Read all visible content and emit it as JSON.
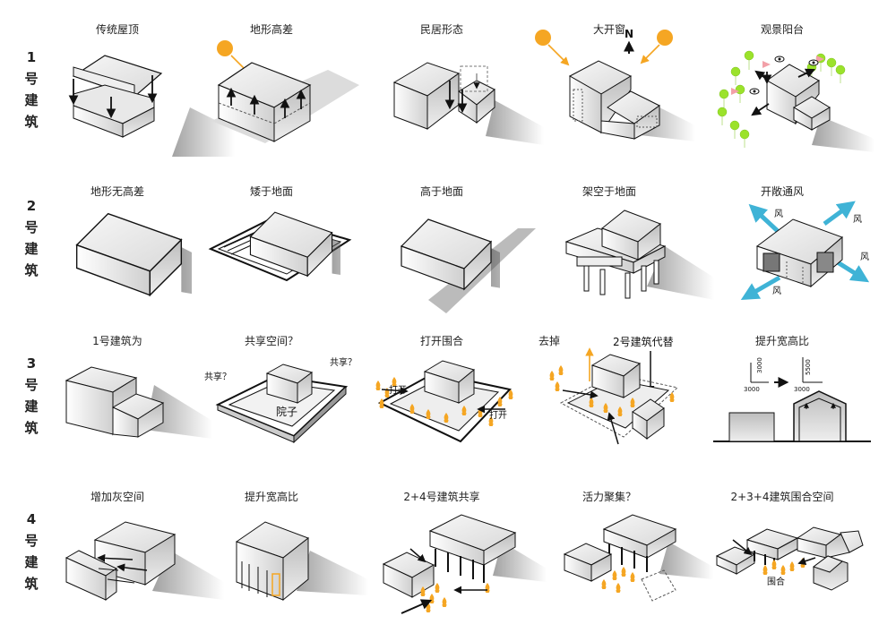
{
  "rows": [
    {
      "label_chars": [
        "1",
        "号",
        "建",
        "筑"
      ],
      "captions": [
        "传统屋顶",
        "地形高差",
        "民居形态",
        "大开窗",
        "观景阳台"
      ]
    },
    {
      "label_chars": [
        "2",
        "号",
        "建",
        "筑"
      ],
      "captions": [
        "地形无高差",
        "矮于地面",
        "高于地面",
        "架空于地面",
        "开敞通风"
      ]
    },
    {
      "label_chars": [
        "3",
        "号",
        "建",
        "筑"
      ],
      "captions": [
        "1号建筑为",
        "共享空间？",
        "打开围合",
        "去掉",
        "提升宽高比"
      ]
    },
    {
      "label_chars": [
        "4",
        "号",
        "建",
        "筑"
      ],
      "captions": [
        "增加灰空间",
        "提升宽高比",
        "2+4号建筑共享",
        "活力聚集？",
        "2+3+4建筑围合空间"
      ]
    }
  ],
  "row1": {
    "north": "N"
  },
  "row2": {
    "wind": "风"
  },
  "row3": {
    "share_left": "共享？",
    "share_right": "共享？",
    "courtyard": "院子",
    "open_left": "打开",
    "open_right": "打开",
    "replace": "2号建筑代替",
    "dim_w1": "3000",
    "dim_h1": "3000",
    "dim_w2": "3000",
    "dim_h2": "5500"
  },
  "row4": {
    "enclose": "围合"
  },
  "colors": {
    "sun": "#f5a623",
    "wind_arrow": "#3fb3d6",
    "tree": "#9be22b",
    "flame": "#f5a623",
    "eye_flag": "#f2a0a8"
  }
}
